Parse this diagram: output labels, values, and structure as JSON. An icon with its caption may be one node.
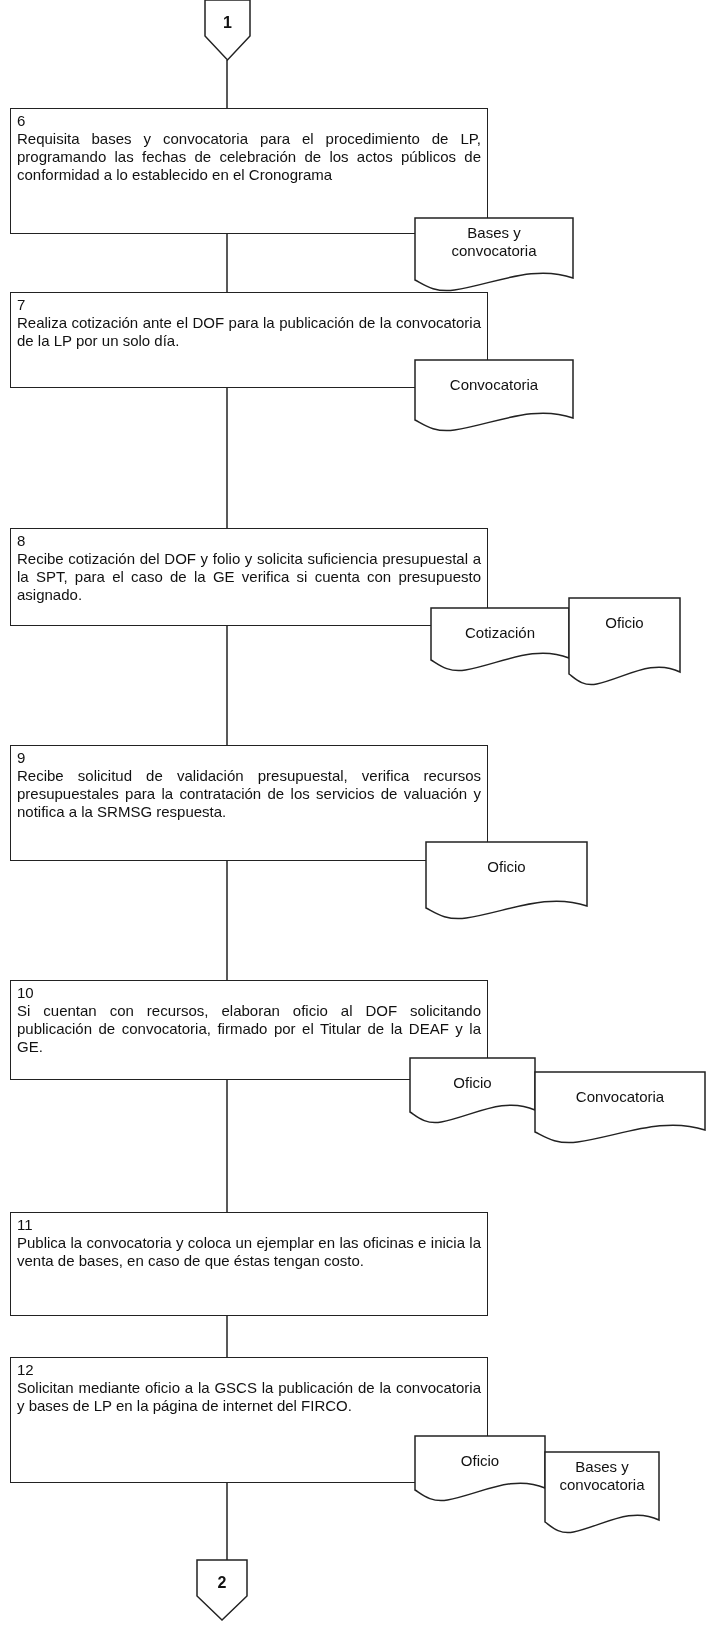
{
  "diagram": {
    "nodes": [
      {
        "text": [
          "1"
        ]
      },
      {
        "text": [
          "6",
          "Requisita bases y convocatoria para el procedimiento de LP, programando las fechas de celebración de los actos públicos de conformidad a lo establecido en el Cronograma"
        ]
      },
      {
        "text": [
          "Bases y convocatoria"
        ]
      },
      {
        "text": [
          "7",
          "Realiza cotización ante el DOF para la publicación de la convocatoria de la LP por un solo día."
        ]
      },
      {
        "text": [
          "Convocatoria"
        ]
      },
      {
        "text": [
          "8",
          "Recibe cotización del DOF y folio y solicita suficiencia presupuestal a la SPT, para el caso de la GE verifica si cuenta con presupuesto asignado."
        ]
      },
      {
        "text": [
          "Cotización"
        ]
      },
      {
        "text": [
          "Oficio"
        ]
      },
      {
        "text": [
          "9",
          "Recibe solicitud de validación presupuestal, verifica recursos presupuestales para la contratación de los servicios de valuación y notifica a la SRMSG respuesta."
        ]
      },
      {
        "text": [
          "Oficio"
        ]
      },
      {
        "text": [
          "10",
          "Si cuentan con recursos, elaboran oficio al DOF solicitando publicación de convocatoria, firmado por el Titular de la DEAF y la GE."
        ]
      },
      {
        "text": [
          "Oficio"
        ]
      },
      {
        "text": [
          "Convocatoria"
        ]
      },
      {
        "text": [
          "11",
          "Publica la convocatoria y coloca un ejemplar en las oficinas e inicia la venta de bases, en caso de que éstas tengan costo."
        ]
      },
      {
        "text": [
          "12",
          "Solicitan mediante oficio a la GSCS la publicación de la convocatoria y bases de LP en la página de internet del FIRCO."
        ]
      },
      {
        "text": [
          "Oficio"
        ]
      },
      {
        "text": [
          "Bases y convocatoria"
        ]
      },
      {
        "text": [
          "2"
        ]
      }
    ],
    "edges": [
      {
        "from": 0,
        "to": 1,
        "arrow": "none"
      },
      {
        "from": 1,
        "to": 3,
        "arrow": "none"
      },
      {
        "from": 3,
        "to": 5,
        "arrow": "none"
      },
      {
        "from": 5,
        "to": 8,
        "arrow": "none"
      },
      {
        "from": 8,
        "to": 10,
        "arrow": "none"
      },
      {
        "from": 10,
        "to": 13,
        "arrow": "none"
      },
      {
        "from": 13,
        "to": 14,
        "arrow": "none"
      },
      {
        "from": 14,
        "to": 17,
        "arrow": "none"
      }
    ]
  }
}
